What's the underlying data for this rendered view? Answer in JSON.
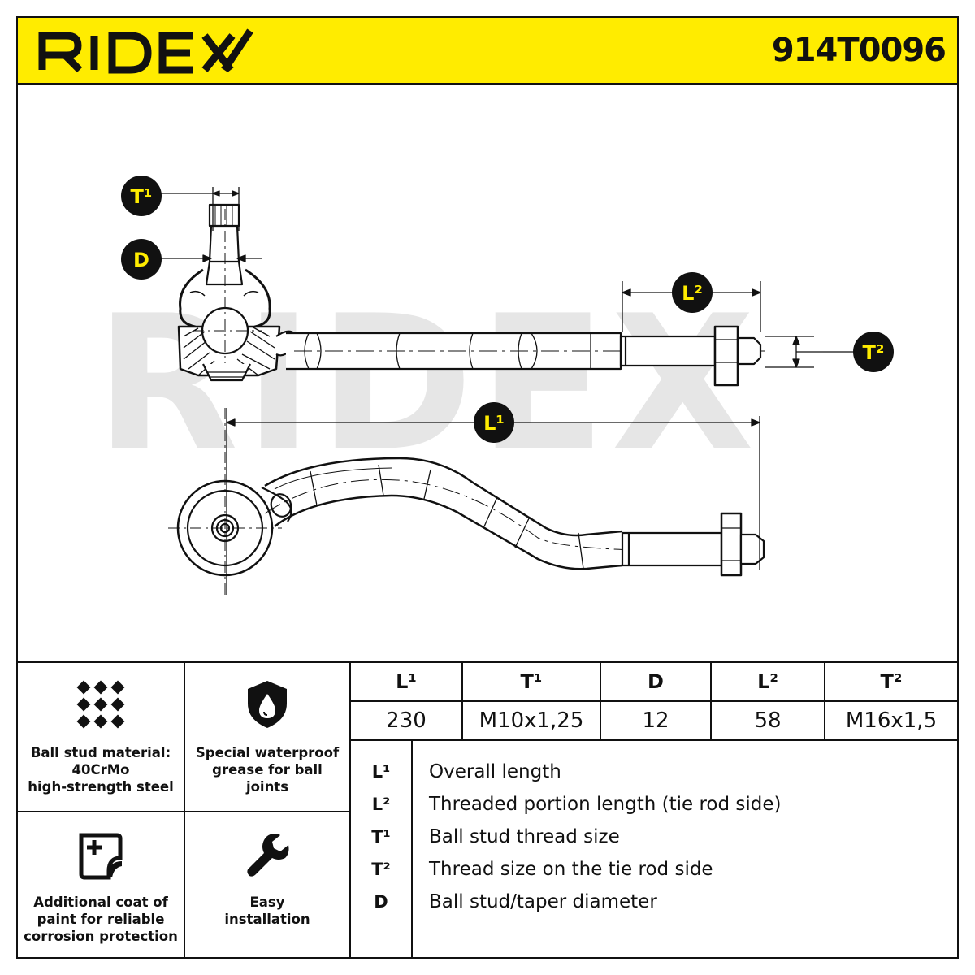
{
  "header": {
    "brand": "RIDEX",
    "part_number": "914T0096"
  },
  "drawing": {
    "watermark": "RIDEX",
    "labels": {
      "t1": "T¹",
      "d": "D",
      "l2": "L²",
      "t2": "T²",
      "l1": "L¹"
    }
  },
  "features": [
    {
      "icon": "mesh-material-icon",
      "lines": [
        "Ball stud material:",
        "40CrMo",
        "high-strength steel"
      ]
    },
    {
      "icon": "oil-drop-shield-icon",
      "lines": [
        "Special waterproof",
        "grease for ball",
        "joints"
      ]
    },
    {
      "icon": "paint-coat-icon",
      "lines": [
        "Additional coat of",
        "paint for reliable",
        "corrosion protection"
      ]
    },
    {
      "icon": "wrench-icon",
      "lines": [
        "Easy",
        "installation"
      ]
    }
  ],
  "spec_table": {
    "headers": [
      "L¹",
      "T¹",
      "D",
      "L²",
      "T²"
    ],
    "values": [
      "230",
      "M10x1,25",
      "12",
      "58",
      "M16x1,5"
    ]
  },
  "legend": [
    {
      "key": "L¹",
      "text": "Overall length"
    },
    {
      "key": "L²",
      "text": "Threaded portion length (tie rod side)"
    },
    {
      "key": "T¹",
      "text": "Ball stud thread size"
    },
    {
      "key": "T²",
      "text": "Thread size on the tie rod side"
    },
    {
      "key": "D",
      "text": "Ball stud/taper diameter"
    }
  ],
  "colors": {
    "accent": "#ffec00",
    "ink": "#111111",
    "watermark": "#e6e6e6"
  }
}
